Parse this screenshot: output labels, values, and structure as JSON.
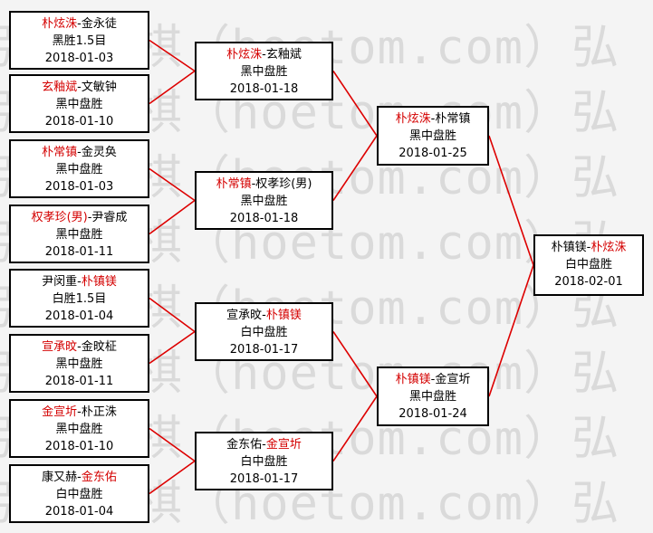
{
  "watermark": {
    "text": "弘博围棋（hoetom.com）弘"
  },
  "colors": {
    "winner": "#d40000",
    "text": "#000000",
    "connector": "#dd0000",
    "box_border": "#000000"
  },
  "rounds": [
    [
      {
        "players": [
          {
            "name": "朴炫洙",
            "win": true
          },
          {
            "name": "金永徒",
            "win": false
          }
        ],
        "result": "黑胜1.5目",
        "date": "2018-01-03"
      },
      {
        "players": [
          {
            "name": "玄釉斌",
            "win": true
          },
          {
            "name": "文敏钟",
            "win": false
          }
        ],
        "result": "黑中盘胜",
        "date": "2018-01-10"
      },
      {
        "players": [
          {
            "name": "朴常镇",
            "win": true
          },
          {
            "name": "金灵奂",
            "win": false
          }
        ],
        "result": "黑中盘胜",
        "date": "2018-01-03"
      },
      {
        "players": [
          {
            "name": "权孝珍(男)",
            "win": true
          },
          {
            "name": "尹睿成",
            "win": false
          }
        ],
        "result": "黑中盘胜",
        "date": "2018-01-11"
      },
      {
        "players": [
          {
            "name": "尹闵重",
            "win": false
          },
          {
            "name": "朴镇镁",
            "win": true
          }
        ],
        "result": "白胜1.5目",
        "date": "2018-01-04"
      },
      {
        "players": [
          {
            "name": "宣承旼",
            "win": true
          },
          {
            "name": "金旼柾",
            "win": false
          }
        ],
        "result": "黑中盘胜",
        "date": "2018-01-11"
      },
      {
        "players": [
          {
            "name": "金宣圻",
            "win": true
          },
          {
            "name": "朴正洙",
            "win": false
          }
        ],
        "result": "黑中盘胜",
        "date": "2018-01-10"
      },
      {
        "players": [
          {
            "name": "康又赫",
            "win": false
          },
          {
            "name": "金东佑",
            "win": true
          }
        ],
        "result": "白中盘胜",
        "date": "2018-01-04"
      }
    ],
    [
      {
        "players": [
          {
            "name": "朴炫洙",
            "win": true
          },
          {
            "name": "玄釉斌",
            "win": false
          }
        ],
        "result": "黑中盘胜",
        "date": "2018-01-18"
      },
      {
        "players": [
          {
            "name": "朴常镇",
            "win": true
          },
          {
            "name": "权孝珍(男)",
            "win": false
          }
        ],
        "result": "黑中盘胜",
        "date": "2018-01-18"
      },
      {
        "players": [
          {
            "name": "宣承旼",
            "win": false
          },
          {
            "name": "朴镇镁",
            "win": true
          }
        ],
        "result": "白中盘胜",
        "date": "2018-01-17"
      },
      {
        "players": [
          {
            "name": "金东佑",
            "win": false
          },
          {
            "name": "金宣圻",
            "win": true
          }
        ],
        "result": "白中盘胜",
        "date": "2018-01-17"
      }
    ],
    [
      {
        "players": [
          {
            "name": "朴炫洙",
            "win": true
          },
          {
            "name": "朴常镇",
            "win": false
          }
        ],
        "result": "黑中盘胜",
        "date": "2018-01-25"
      },
      {
        "players": [
          {
            "name": "朴镇镁",
            "win": true
          },
          {
            "name": "金宣圻",
            "win": false
          }
        ],
        "result": "黑中盘胜",
        "date": "2018-01-24"
      }
    ],
    [
      {
        "players": [
          {
            "name": "朴镇镁",
            "win": false
          },
          {
            "name": "朴炫洙",
            "win": true
          }
        ],
        "result": "白中盘胜",
        "date": "2018-02-01"
      }
    ]
  ]
}
